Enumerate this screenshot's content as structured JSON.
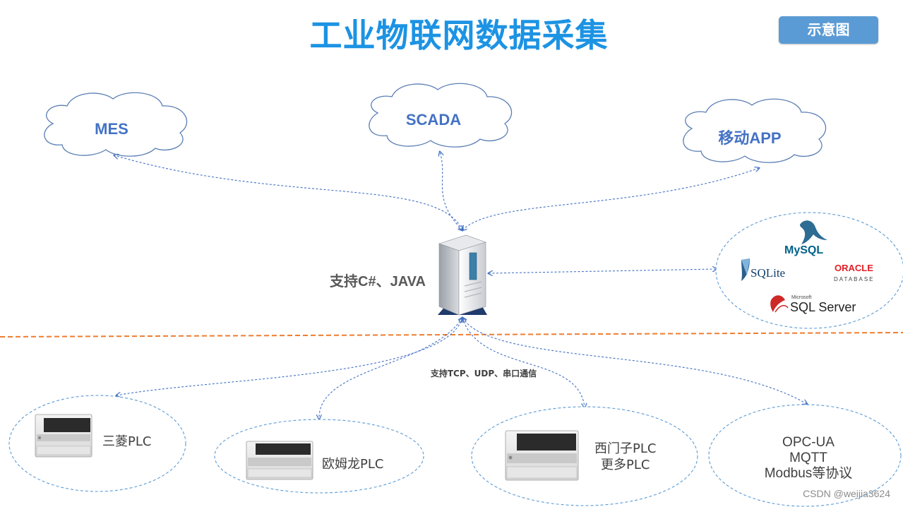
{
  "header": {
    "title": "工业物联网数据采集",
    "badge": "示意图"
  },
  "clouds": {
    "mes": "MES",
    "scada": "SCADA",
    "mobile": "移动APP"
  },
  "server": {
    "label": "支持C#、JAVA"
  },
  "databases": {
    "mysql": "MySQL",
    "sqlite": "SQLite",
    "oracle": "ORACLE",
    "oracle_sub": "DATABASE",
    "sqlserver": "SQL Server",
    "sqlserver_brand": "Microsoft"
  },
  "connections": {
    "protocol_label": "支持TCP、UDP、串口通信"
  },
  "devices": {
    "mitsubishi": "三菱PLC",
    "omron": "欧姆龙PLC",
    "siemens_line1": "西门子PLC",
    "siemens_line2": "更多PLC",
    "protocols": [
      "OPC-UA",
      "MQTT",
      "Modbus等协议"
    ]
  },
  "watermark": "CSDN @weijia3624",
  "colors": {
    "title": "#1c93e3",
    "badge": "#5b9bd5",
    "cloud_text": "#4472c4",
    "connector": "#4472c4",
    "separator": "#ed7d31"
  }
}
